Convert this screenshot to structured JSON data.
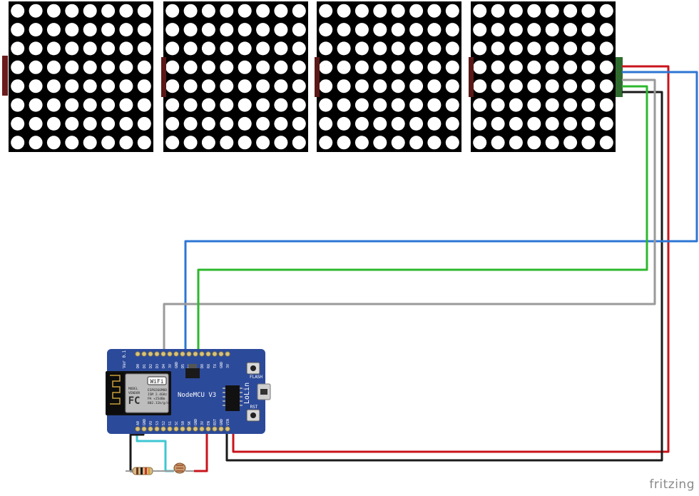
{
  "watermark": "fritzing",
  "matrix": {
    "modules": 4,
    "rows": 8,
    "cols": 8,
    "module_color": "#000000",
    "dot_color": "#ffffff"
  },
  "board": {
    "name": "NodeMCU V3",
    "brand": "LoLin",
    "flash_label": "FLASH",
    "rst_label": "RST",
    "version_label": "Ver 0.1",
    "wifi_label": "WiFi",
    "fc_label": "FC",
    "module_text": [
      "MODEL",
      "VENDOR",
      "ESP8266MOD",
      "ISM  2.4GHz",
      "PA  +25dBm",
      "802.11b/g/n"
    ],
    "top_pins": [
      "D0",
      "D1",
      "D2",
      "D3",
      "D4",
      "3V",
      "GND",
      "D5",
      "D6",
      "D7",
      "D8",
      "RX",
      "TX",
      "GND",
      "3V"
    ],
    "bottom_pins": [
      "A0",
      "GND",
      "VU",
      "S3",
      "S2",
      "S1",
      "SC",
      "S0",
      "SK",
      "GND",
      "3V",
      "EN",
      "RST",
      "GND",
      "VIN"
    ],
    "color": "#2c4a9a"
  },
  "wires": {
    "red": "#c8141c",
    "black": "#1a1a1a",
    "gray": "#9a9a9a",
    "green": "#2db82d",
    "blue": "#2c76d4",
    "cyan": "#3fc6d2"
  }
}
